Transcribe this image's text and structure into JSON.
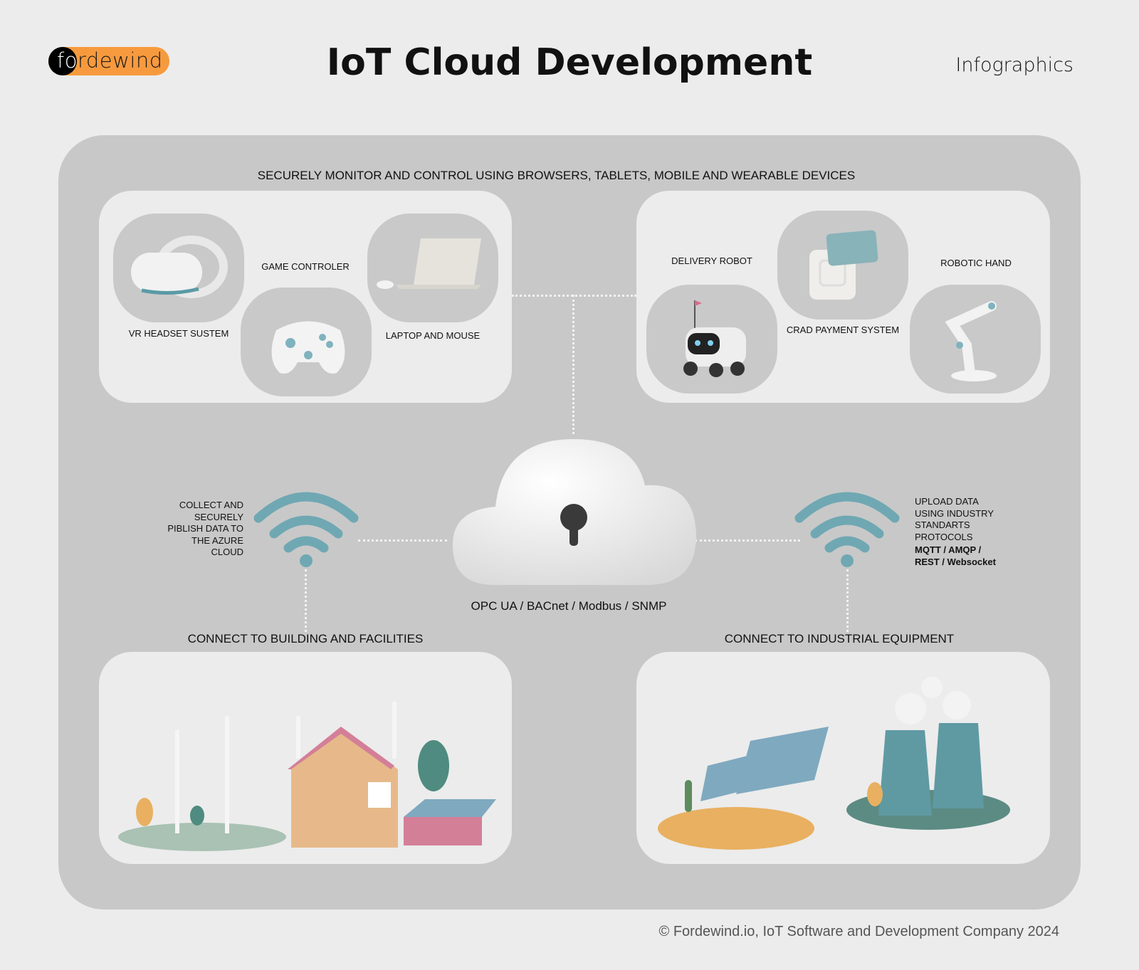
{
  "header": {
    "logo_text_prefix": "fo",
    "logo_text_suffix": "rdewind",
    "title": "IoT Cloud Development",
    "subtitle": "Infographics"
  },
  "top_heading": "SECURELY MONITOR AND CONTROL USING BROWSERS, TABLETS, MOBILE AND WEARABLE DEVICES",
  "devices_left": [
    {
      "label": "VR HEADSET SUSTEM",
      "icon": "vr-headset-icon"
    },
    {
      "label": "GAME CONTROLER",
      "icon": "gamepad-icon"
    },
    {
      "label": "LAPTOP AND MOUSE",
      "icon": "laptop-icon"
    }
  ],
  "devices_right": [
    {
      "label": "DELIVERY ROBOT",
      "icon": "delivery-robot-icon"
    },
    {
      "label": "CRAD PAYMENT SYSTEM",
      "icon": "card-terminal-icon"
    },
    {
      "label": "ROBOTIC HAND",
      "icon": "robotic-arm-icon"
    }
  ],
  "left_note": "COLLECT AND SECURELY PIBLISH DATA TO THE AZURE CLOUD",
  "right_note": {
    "text": "UPLOAD DATA USING INDUSTRY STANDARTS PROTOCOLS",
    "protocols": "MQTT / AMQP / REST / Websocket"
  },
  "cloud_caption": "OPC UA / BACnet / Modbus / SNMP",
  "bottom_left_heading": "CONNECT TO BUILDING AND FACILITIES",
  "bottom_right_heading": "CONNECT TO INDUSTRIAL EQUIPMENT",
  "footer": "© Fordewind.io, IoT Software and Development Company 2024",
  "colors": {
    "accent": "#f79a3e",
    "teal": "#6fa8b3",
    "panel": "#c8c8c8",
    "card": "#ececec"
  }
}
